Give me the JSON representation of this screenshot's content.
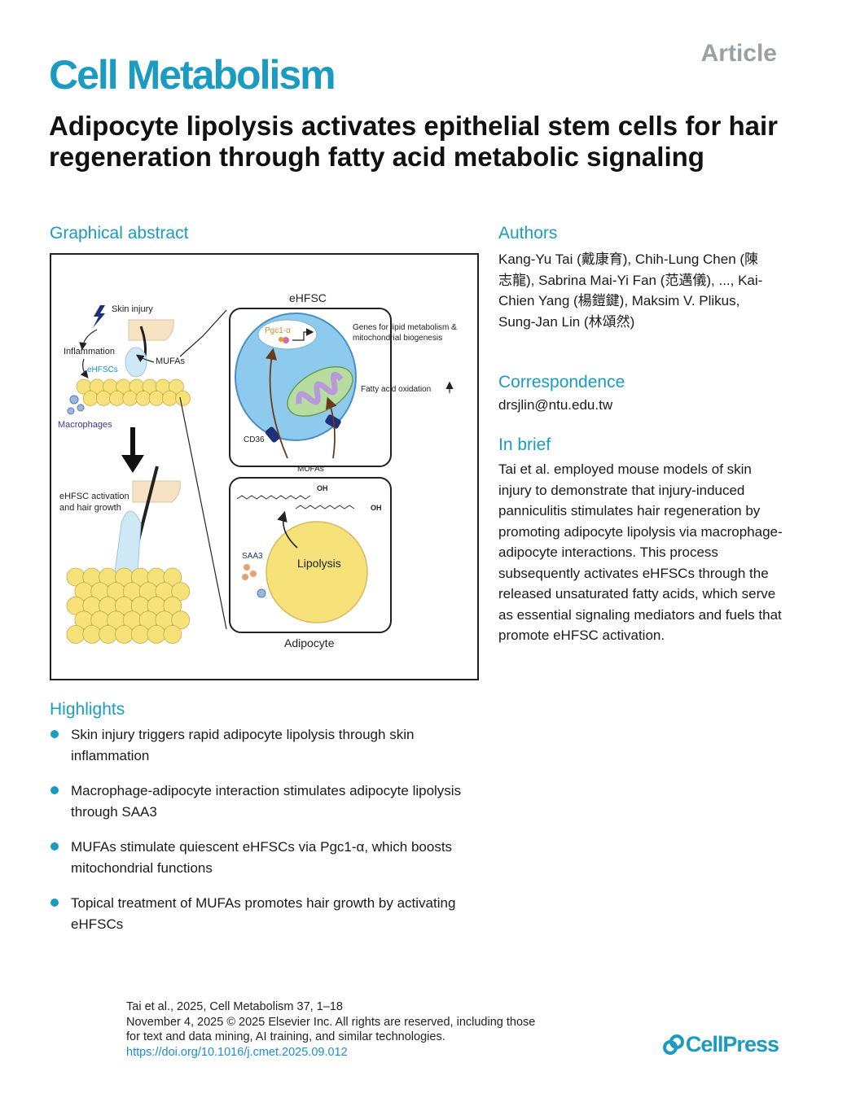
{
  "header": {
    "journal": "Cell Metabolism",
    "article_type": "Article",
    "title": "Adipocyte lipolysis activates epithelial stem cells for hair regeneration through fatty acid metabolic signaling"
  },
  "graphical_abstract": {
    "heading": "Graphical abstract",
    "labels": {
      "skin_injury": "Skin injury",
      "inflammation": "Inflammation",
      "ehfscs": "eHFSCs",
      "mufas_left": "MUFAs",
      "macrophages": "Macrophages",
      "activation_line1": "eHFSC activation",
      "activation_line2": "and hair growth",
      "ehfsc": "eHFSC",
      "pgc1a": "Pgc1-α",
      "genes_line1": "Genes for lipid metabolism &",
      "genes_line2": "mitochondrial biogenesis",
      "fatty_acid_oxidation": "Fatty acid oxidation",
      "cd36": "CD36",
      "mufas_center": "MUFAs",
      "oh1": "OH",
      "oh2": "OH",
      "saa3": "SAA3",
      "lipolysis": "Lipolysis",
      "adipocyte": "Adipocyte"
    },
    "colors": {
      "cell_blue": "#8ec9ee",
      "fat_yellow": "#f7e27a",
      "mito_green": "#b7dca0",
      "mito_purple": "#b89ad8",
      "receptor_navy": "#1f2f7a"
    }
  },
  "authors": {
    "heading": "Authors",
    "text": "Kang-Yu Tai (戴康育), Chih-Lung Chen (陳志龍), Sabrina Mai-Yi Fan (范邁儀), ..., Kai-Chien Yang (楊鎧鍵), Maksim V. Plikus, Sung-Jan Lin (林頌然)"
  },
  "correspondence": {
    "heading": "Correspondence",
    "email": "drsjlin@ntu.edu.tw"
  },
  "in_brief": {
    "heading": "In brief",
    "text": "Tai et al. employed mouse models of skin injury to demonstrate that injury-induced panniculitis stimulates hair regeneration by promoting adipocyte lipolysis via macrophage-adipocyte interactions. This process subsequently activates eHFSCs through the released unsaturated fatty acids, which serve as essential signaling mediators and fuels that promote eHFSC activation."
  },
  "highlights": {
    "heading": "Highlights",
    "items": [
      "Skin injury triggers rapid adipocyte lipolysis through skin inflammation",
      "Macrophage-adipocyte interaction stimulates adipocyte lipolysis through SAA3",
      "MUFAs stimulate quiescent eHFSCs via Pgc1-α, which boosts mitochondrial functions",
      "Topical treatment of MUFAs promotes hair growth by activating eHFSCs"
    ]
  },
  "footer": {
    "citation": "Tai et al., 2025, Cell Metabolism 37, 1–18",
    "rights_line1": "November 4, 2025 © 2025 Elsevier Inc. All rights are reserved, including those",
    "rights_line2": "for text and data mining, AI training, and similar technologies.",
    "doi": "https://doi.org/10.1016/j.cmet.2025.09.012",
    "publisher": "CellPress"
  }
}
